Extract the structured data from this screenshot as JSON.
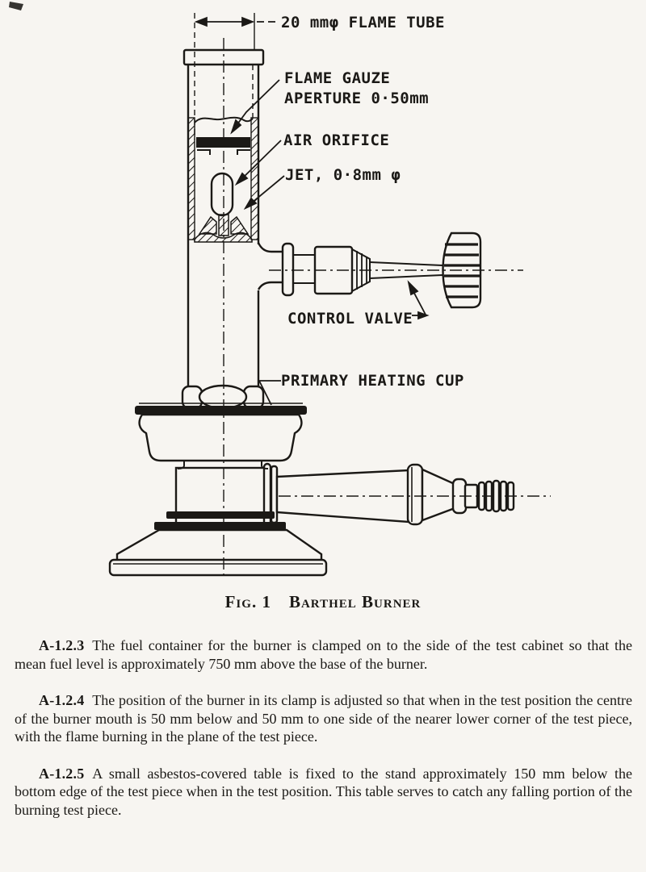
{
  "colors": {
    "ink": "#1b1916",
    "paper": "#f7f5f1"
  },
  "figure": {
    "caption": {
      "number": "Fig. 1",
      "title": "Barthel Burner"
    },
    "labels": {
      "flame_tube": "20 mmφ FLAME TUBE",
      "flame_gauze_line1": "FLAME GAUZE",
      "flame_gauze_line2": "APERTURE 0·50mm",
      "air_orifice": "AIR ORIFICE",
      "jet": "JET, 0·8mm φ",
      "control_valve": "CONTROL VALVE",
      "primary_heating_cup": "PRIMARY HEATING CUP"
    }
  },
  "paragraphs": [
    {
      "id": "A-1.2.3",
      "text": "The fuel container for the burner is clamped on to the side of the test cabinet so that the mean fuel level is approximately 750 mm above the base of the burner."
    },
    {
      "id": "A-1.2.4",
      "text": "The position of the burner in its clamp is adjusted so that when in the test position the centre of the burner mouth is 50 mm below and 50 mm to one side of the nearer lower corner of the test piece, with the flame burning in the plane of the test piece."
    },
    {
      "id": "A-1.2.5",
      "text": "A small asbestos-covered table is fixed to the stand approximately 150 mm below the bottom edge of the test piece when in the test position. This table serves to catch any falling portion of the burning test piece."
    }
  ]
}
